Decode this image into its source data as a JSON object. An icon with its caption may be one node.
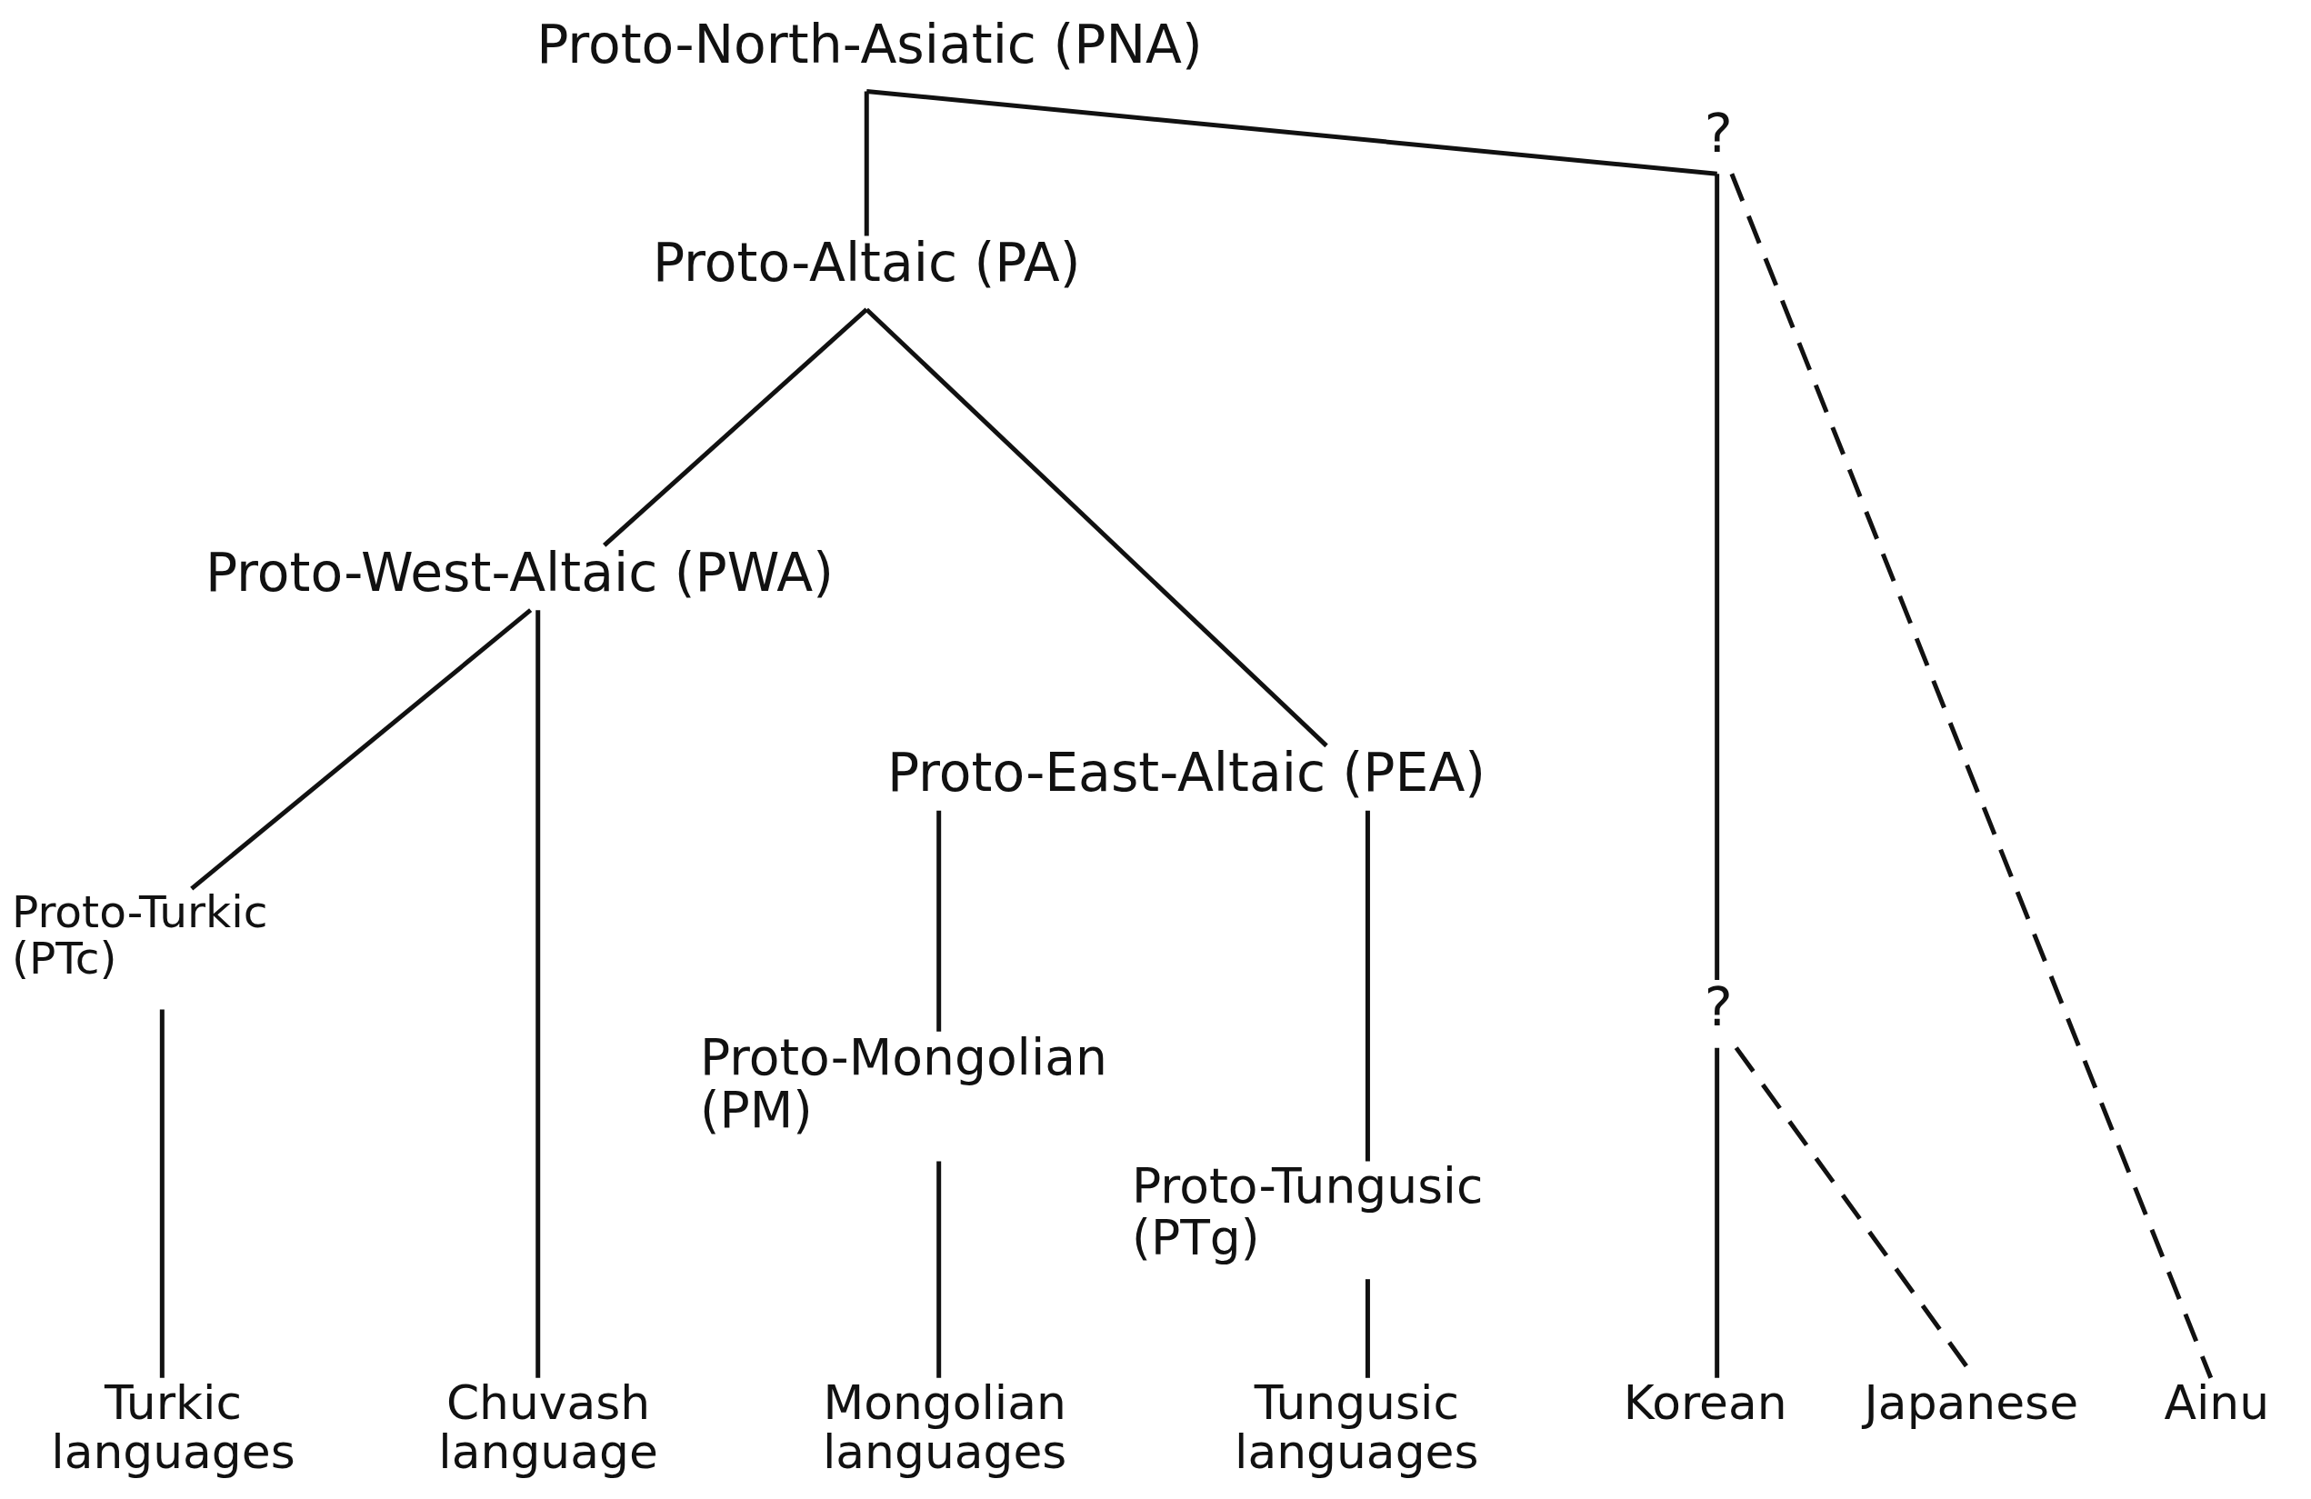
{
  "diagram": {
    "nodes": [
      {
        "text": [
          "Proto-North-Asiatic (PNA)"
        ]
      },
      {
        "text": [
          "?"
        ]
      },
      {
        "text": [
          "Proto-Altaic (PA)"
        ]
      },
      {
        "text": [
          "Proto-West-Altaic (PWA)"
        ]
      },
      {
        "text": [
          "Proto-East-Altaic (PEA)"
        ]
      },
      {
        "text": [
          "Proto-Turkic (PTc)"
        ]
      },
      {
        "text": [
          "Proto-Mongolian (PM)"
        ]
      },
      {
        "text": [
          "Proto-Tungusic (PTg)"
        ]
      },
      {
        "text": [
          "?"
        ]
      },
      {
        "text": [
          "Turkic languages"
        ]
      },
      {
        "text": [
          "Chuvash language"
        ]
      },
      {
        "text": [
          "Mongolian languages"
        ]
      },
      {
        "text": [
          "Tungusic languages"
        ]
      },
      {
        "text": [
          "Korean"
        ]
      },
      {
        "text": [
          "Japanese"
        ]
      },
      {
        "text": [
          "Ainu"
        ]
      }
    ],
    "edges": [
      {
        "from": 0,
        "to": 2,
        "arrow": "none"
      },
      {
        "from": 0,
        "to": 1,
        "arrow": "none"
      },
      {
        "from": 1,
        "to": 8,
        "arrow": "none"
      },
      {
        "from": 1,
        "to": 15,
        "arrow": "none",
        "style": "dashed"
      },
      {
        "from": 8,
        "to": 13,
        "arrow": "none"
      },
      {
        "from": 8,
        "to": 14,
        "arrow": "none",
        "style": "dashed"
      },
      {
        "from": 2,
        "to": 3,
        "arrow": "none"
      },
      {
        "from": 2,
        "to": 4,
        "arrow": "none"
      },
      {
        "from": 3,
        "to": 5,
        "arrow": "none"
      },
      {
        "from": 3,
        "to": 10,
        "arrow": "none"
      },
      {
        "from": 4,
        "to": 6,
        "arrow": "none"
      },
      {
        "from": 6,
        "to": 11,
        "arrow": "none"
      },
      {
        "from": 4,
        "to": 7,
        "arrow": "none"
      },
      {
        "from": 7,
        "to": 12,
        "arrow": "none"
      },
      {
        "from": 5,
        "to": 9,
        "arrow": "none"
      }
    ]
  }
}
